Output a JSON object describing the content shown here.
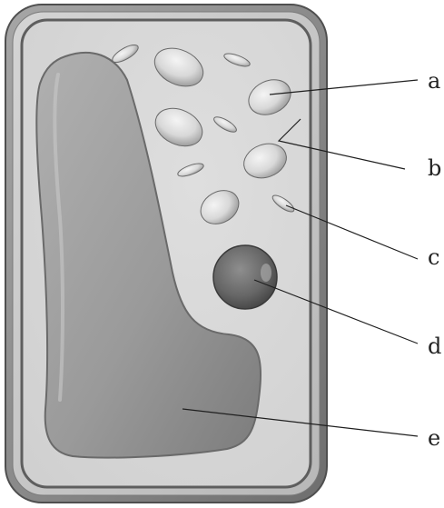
{
  "diagram": {
    "labels": [
      {
        "id": "a",
        "text": "a"
      },
      {
        "id": "b",
        "text": "b"
      },
      {
        "id": "c",
        "text": "c"
      },
      {
        "id": "d",
        "text": "d"
      },
      {
        "id": "e",
        "text": "e"
      }
    ],
    "colors": {
      "cell_wall_outer": "#8c8c8c",
      "cell_wall_band": "#c4c4c4",
      "membrane": "#6e6e6e",
      "cytoplasm": "#d6d6d6",
      "vacuole": "#9a9a9a",
      "organelle": "#d9d9d9",
      "nucleus": "#6a6a6a",
      "leader_line": "#1f1f1f"
    }
  }
}
